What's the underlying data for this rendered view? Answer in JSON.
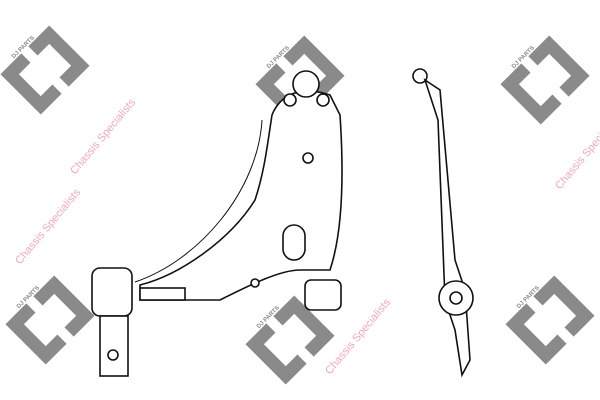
{
  "brand": {
    "logo_text": "DJ PARTS",
    "color": "#8a8a8a"
  },
  "watermark": {
    "text": "Chassis Specialists",
    "color": "#f2a8b8"
  },
  "subject": {
    "icon": "control-arm-drawing"
  }
}
